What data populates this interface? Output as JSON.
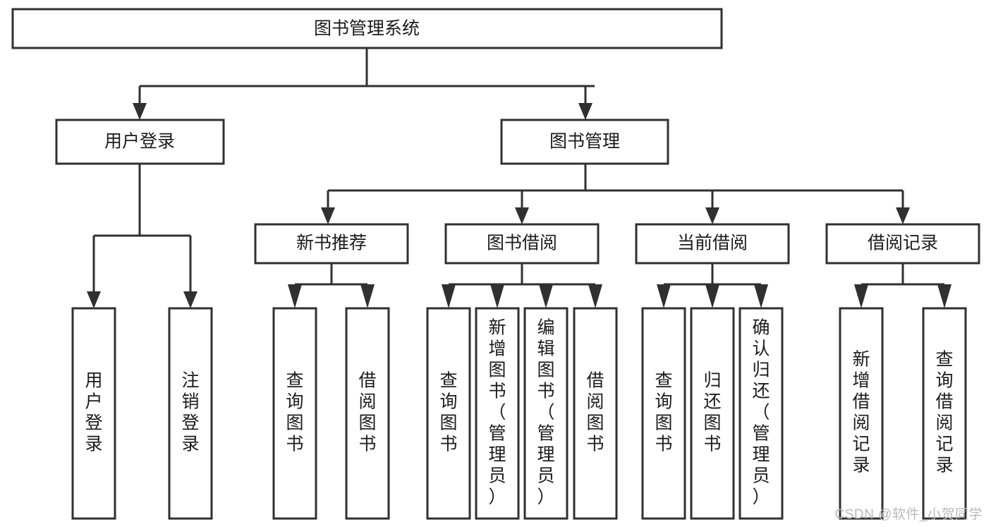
{
  "diagram": {
    "type": "tree",
    "title": "图书管理系统",
    "watermark": "CSDN @软件_小贺同学",
    "colors": {
      "box_stroke": "#303030",
      "box_fill": "#ffffff",
      "text": "#1b1b1b",
      "watermark": "#b9b9b9"
    },
    "nodes": {
      "root": {
        "label": "图书管理系统"
      },
      "level2": [
        {
          "id": "user-login",
          "label": "用户登录"
        },
        {
          "id": "book-manage",
          "label": "图书管理"
        }
      ],
      "level3": [
        {
          "id": "new-book-recommend",
          "label": "新书推荐"
        },
        {
          "id": "book-borrow",
          "label": "图书借阅"
        },
        {
          "id": "current-borrow",
          "label": "当前借阅"
        },
        {
          "id": "borrow-record",
          "label": "借阅记录"
        }
      ],
      "leaves": {
        "user-login": [
          {
            "id": "leaf-user-login",
            "label": "用户登录"
          },
          {
            "id": "leaf-user-logout",
            "label": "注销登录"
          }
        ],
        "new-book-recommend": [
          {
            "id": "leaf-query-book-1",
            "label": "查询图书"
          },
          {
            "id": "leaf-borrow-book-1",
            "label": "借阅图书"
          }
        ],
        "book-borrow": [
          {
            "id": "leaf-query-book-2",
            "label": "查询图书"
          },
          {
            "id": "leaf-add-book",
            "label": "新增图书（管理员）"
          },
          {
            "id": "leaf-edit-book",
            "label": "编辑图书（管理员）"
          },
          {
            "id": "leaf-borrow-book-2",
            "label": "借阅图书"
          }
        ],
        "current-borrow": [
          {
            "id": "leaf-query-book-3",
            "label": "查询图书"
          },
          {
            "id": "leaf-return-book",
            "label": "归还图书"
          },
          {
            "id": "leaf-confirm-return",
            "label": "确认归还（管理员）"
          }
        ],
        "borrow-record": [
          {
            "id": "leaf-add-record",
            "label": "新增借阅记录"
          },
          {
            "id": "leaf-query-record",
            "label": "查询借阅记录"
          }
        ]
      }
    }
  }
}
